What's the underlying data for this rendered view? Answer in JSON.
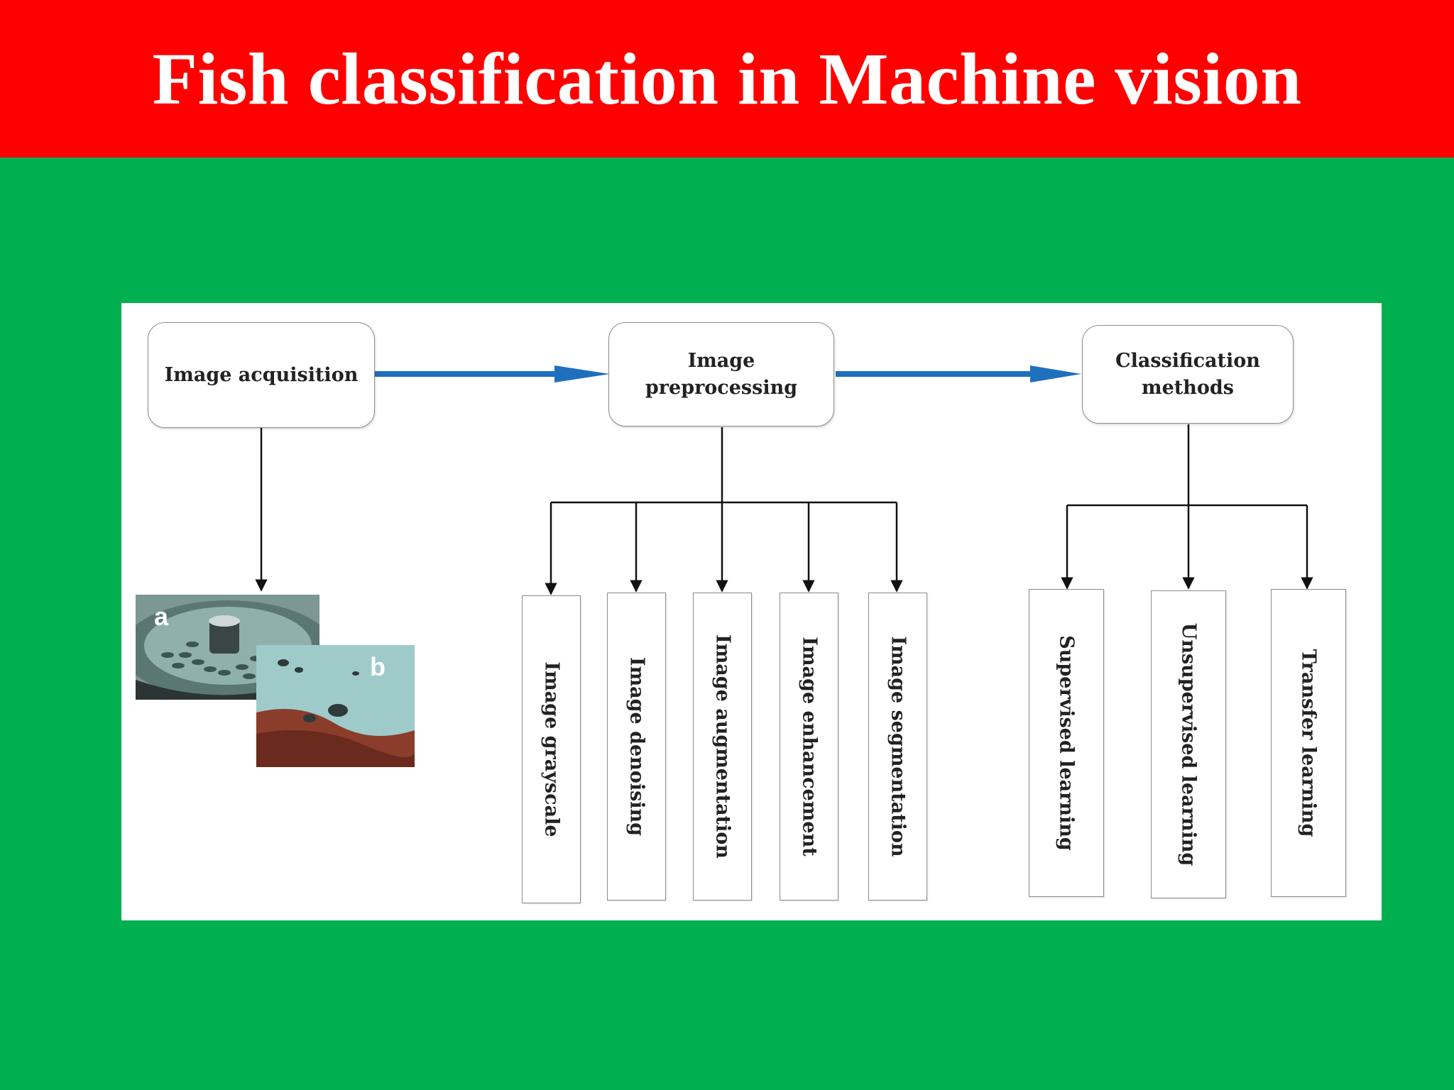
{
  "slide": {
    "title": "Fish classification in Machine vision",
    "colors": {
      "title_bar": "#ff0000",
      "background": "#00b050",
      "panel": "#ffffff",
      "main_arrow": "#1f6fbf"
    }
  },
  "diagram": {
    "stages": [
      {
        "label": "Image acquisition"
      },
      {
        "label": "Image preprocessing"
      },
      {
        "label": "Classification methods"
      }
    ],
    "preprocessing_steps": [
      "Image grayscale",
      "Image denoising",
      "Image augmentation",
      "Image enhancement",
      "Image segmentation"
    ],
    "classification_methods": [
      "Supervised learning",
      "Unsupervised learning",
      "Transfer learning"
    ],
    "photo_labels": {
      "a": "a",
      "b": "b"
    }
  }
}
